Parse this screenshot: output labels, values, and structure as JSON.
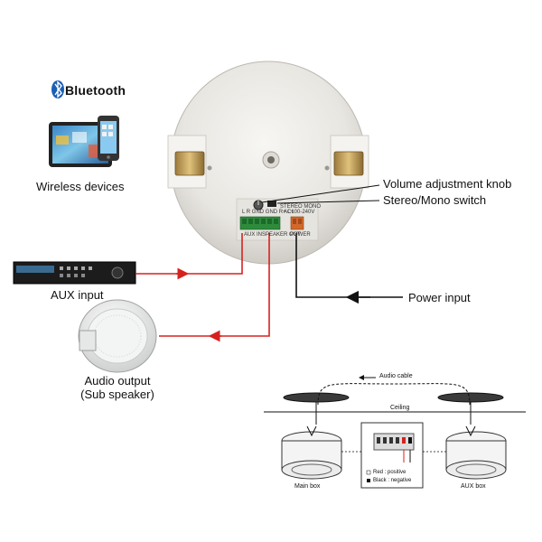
{
  "bluetooth": {
    "brand": "Bluetooth"
  },
  "labels": {
    "wireless_devices": "Wireless devices",
    "aux_input": "AUX input",
    "audio_output_line1": "Audio output",
    "audio_output_line2": "(Sub speaker)",
    "volume_knob": "Volume adjustment knob",
    "stereo_switch": "Stereo/Mono switch",
    "power_input": "Power input"
  },
  "speaker_panel": {
    "switch_text": "STEREO  MONO",
    "terminal_text": "L  R  GND  GND  R+  L+",
    "power_terminal_text": "AC100-240V",
    "aux_text": "AUX IN",
    "speaker_out_text": "SPEAKER OUT",
    "power_text": "POWER"
  },
  "install_diagram": {
    "audio_cable": "Audio cable",
    "ceiling": "Ceiling",
    "main_box": "Main box",
    "aux_box": "AUX box",
    "legend_red": "Red : positive",
    "legend_black": "Black : negative"
  },
  "colors": {
    "signal": "#d6221e",
    "power": "#111111",
    "speaker_body": "#eceae6",
    "terminal_green": "#2e8b3c",
    "terminal_orange": "#d2682a"
  }
}
